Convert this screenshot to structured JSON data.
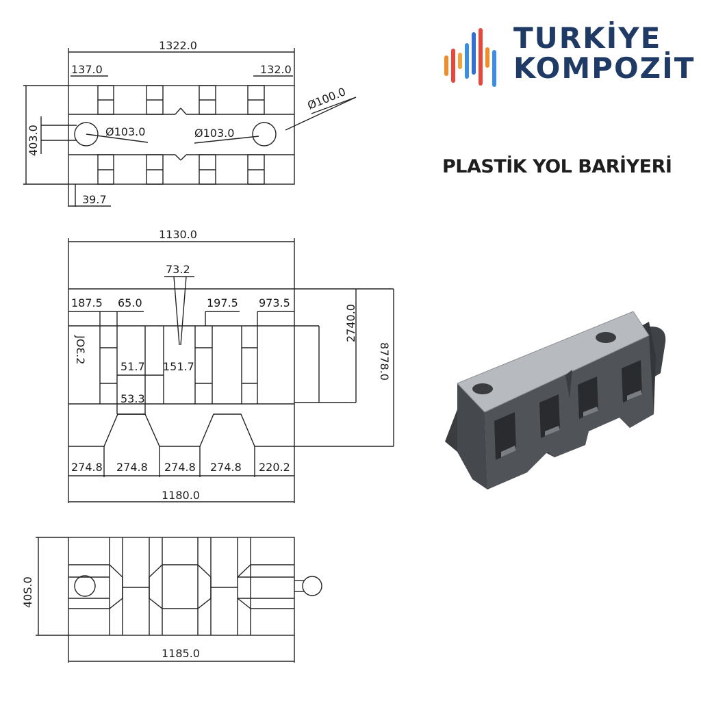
{
  "brand": {
    "name_line1": "TURKİYE",
    "name_line2": "KOMPOZİT",
    "colors": {
      "navy": "#1f3a64",
      "bar_colors": [
        "#f28c28",
        "#e9473b",
        "#f2a33a",
        "#3a8ee6",
        "#2f6fd6",
        "#e9473b",
        "#f28c28",
        "#3a8ee6"
      ]
    }
  },
  "product": {
    "title": "PLASTİK YOL BARİYERİ",
    "body_color": "#4a4d52",
    "top_color": "#b7babe"
  },
  "top_view": {
    "overall_width": "1322.0",
    "left_offset": "137.0",
    "right_offset": "132.0",
    "hole_dia_right": "Ø100.0",
    "hole_dia_mid_left": "Ø103.0",
    "hole_dia_mid_right": "Ø103.0",
    "depth": "403.0",
    "pin_offset": "39.7"
  },
  "side_view": {
    "overall_width_top": "1130.0",
    "notch": "73.2",
    "d_187": "187.5",
    "d_65": "65.0",
    "d_197": "197.5",
    "d_973": "973.5",
    "upper_height": "2740.0",
    "total_height": "8778.0",
    "left_small": "JOƐ.2",
    "inner_left": "51.7",
    "inner_right": "151.7",
    "gap": "53.3",
    "base_segments": [
      "274.8",
      "274.8",
      "274.8",
      "274.8",
      "220.2"
    ],
    "overall_width_bottom": "1180.0"
  },
  "bottom_view": {
    "depth": "40S.0",
    "overall_width": "1185.0"
  }
}
